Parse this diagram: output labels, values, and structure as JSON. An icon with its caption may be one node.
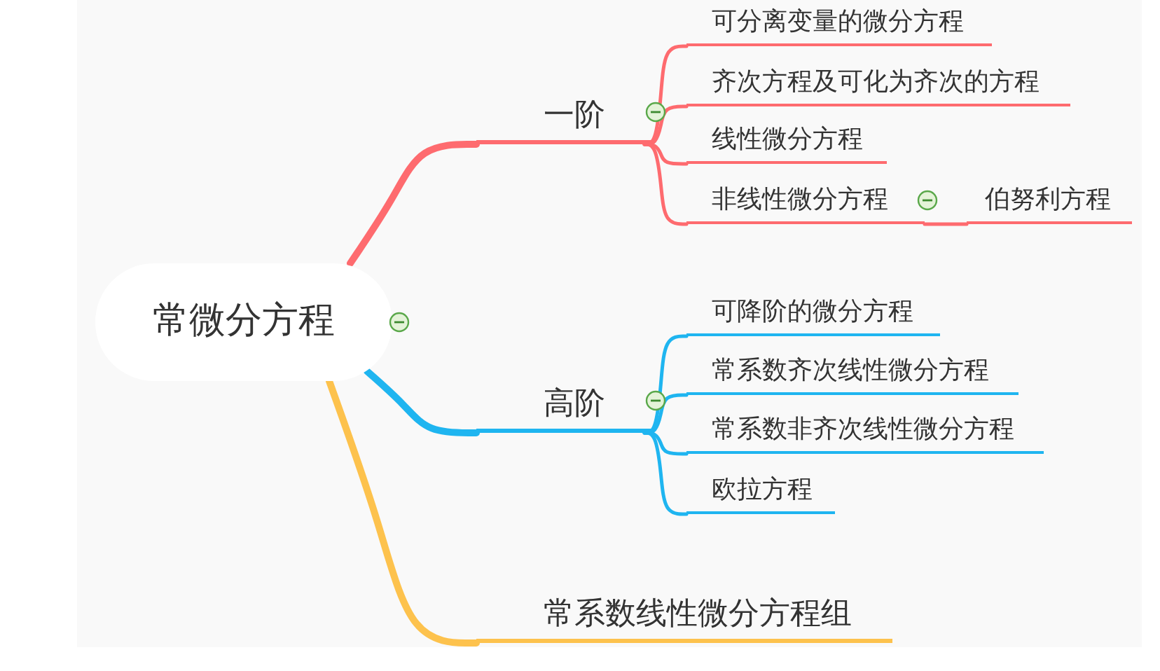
{
  "diagram": {
    "nodes": [
      {
        "text": [
          "常微分方程"
        ]
      },
      {
        "text": [
          "一阶"
        ]
      },
      {
        "text": [
          "可分离变量的微分方程"
        ]
      },
      {
        "text": [
          "齐次方程及可化为齐次的方程"
        ]
      },
      {
        "text": [
          "线性微分方程"
        ]
      },
      {
        "text": [
          "非线性微分方程"
        ]
      },
      {
        "text": [
          "伯努利方程"
        ]
      },
      {
        "text": [
          "高阶"
        ]
      },
      {
        "text": [
          "可降阶的微分方程"
        ]
      },
      {
        "text": [
          "常系数齐次线性微分方程"
        ]
      },
      {
        "text": [
          "常系数非齐次线性微分方程"
        ]
      },
      {
        "text": [
          "欧拉方程"
        ]
      },
      {
        "text": [
          "常系数线性微分方程组"
        ]
      }
    ],
    "edges": [
      {
        "from": 0,
        "to": 1,
        "arrow": "none",
        "style": "thick"
      },
      {
        "from": 1,
        "to": 2,
        "arrow": "none"
      },
      {
        "from": 1,
        "to": 3,
        "arrow": "none"
      },
      {
        "from": 1,
        "to": 4,
        "arrow": "none"
      },
      {
        "from": 1,
        "to": 5,
        "arrow": "none"
      },
      {
        "from": 5,
        "to": 6,
        "arrow": "none"
      },
      {
        "from": 0,
        "to": 7,
        "arrow": "none",
        "style": "thick",
        "color": "#1fb5f0"
      },
      {
        "from": 7,
        "to": 8,
        "arrow": "none",
        "color": "#1fb5f0"
      },
      {
        "from": 7,
        "to": 9,
        "arrow": "none",
        "color": "#1fb5f0"
      },
      {
        "from": 7,
        "to": 10,
        "arrow": "none",
        "color": "#1fb5f0"
      },
      {
        "from": 7,
        "to": 11,
        "arrow": "none",
        "color": "#1fb5f0"
      },
      {
        "from": 0,
        "to": 12,
        "arrow": "none",
        "style": "thick",
        "color": "#fdc24d"
      }
    ]
  }
}
